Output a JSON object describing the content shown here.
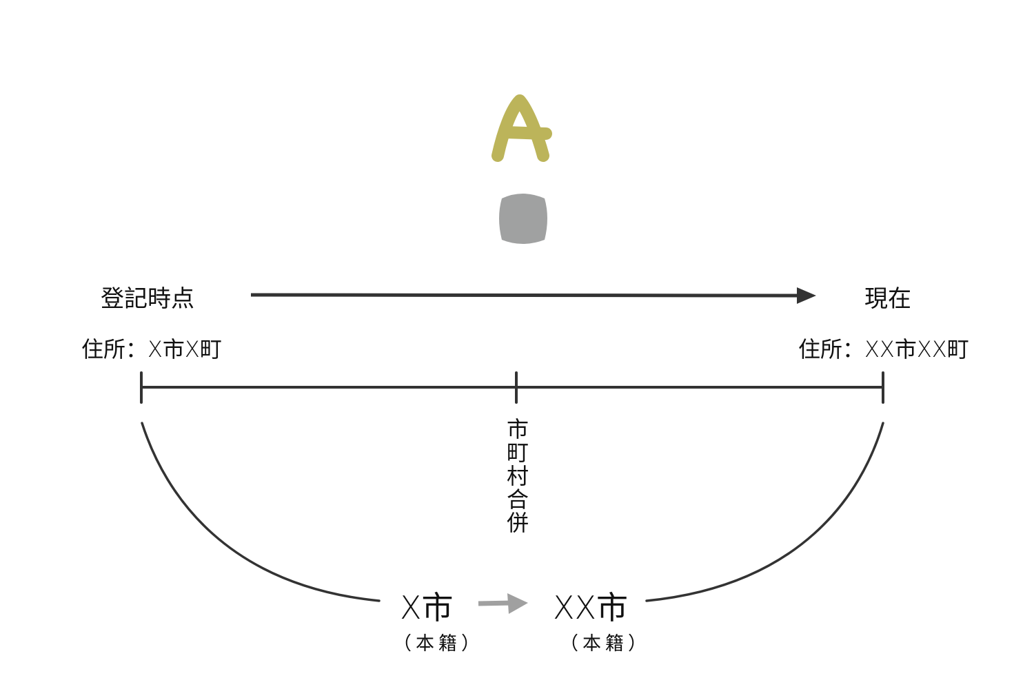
{
  "person": {
    "label": "A",
    "head_color": "#bcb45a",
    "body_color": "#a0a1a1"
  },
  "timeline": {
    "start_label": "登記時点",
    "end_label": "現在",
    "arrow_color": "#333333"
  },
  "addresses": {
    "left": "住所：X市X町",
    "right": "住所：XX市XX町"
  },
  "event": {
    "label": "市町村合併"
  },
  "domicile": {
    "before": {
      "city": "X市",
      "note": "（本籍）"
    },
    "after": {
      "city": "XX市",
      "note": "（本籍）"
    },
    "arrow_color": "#a0a0a0"
  },
  "colors": {
    "line": "#333333",
    "text": "#111111"
  }
}
